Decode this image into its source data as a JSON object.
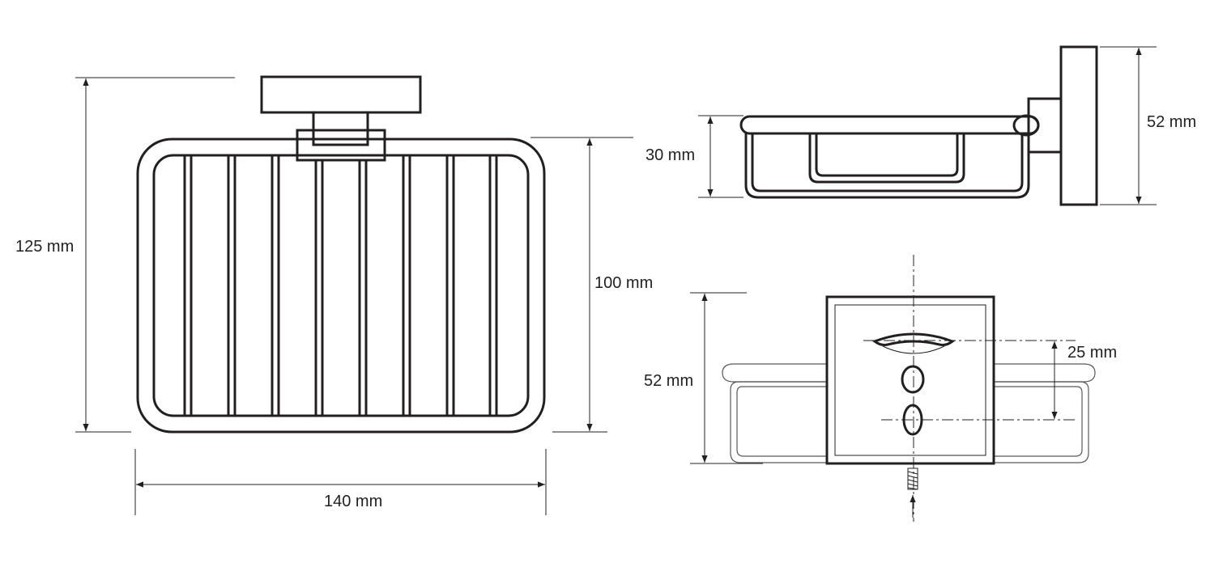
{
  "dimensions": {
    "front_height": "125 mm",
    "basket_height": "100 mm",
    "front_width": "140 mm",
    "side_depth": "30 mm",
    "side_plate": "52 mm",
    "rear_height": "52 mm",
    "rear_hole_spacing": "25 mm"
  },
  "colors": {
    "line": "#231f20",
    "background": "#ffffff"
  }
}
